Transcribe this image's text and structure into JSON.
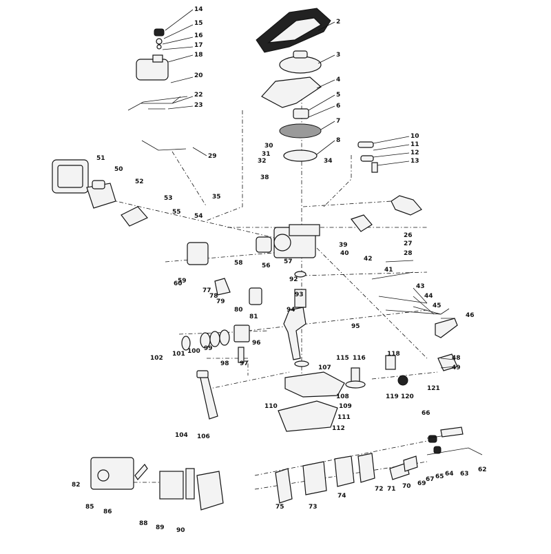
{
  "diagram": {
    "labels": [
      "14",
      "15",
      "16",
      "17",
      "18",
      "20",
      "22",
      "23",
      "29",
      "2",
      "3",
      "4",
      "5",
      "6",
      "7",
      "8",
      "10",
      "11",
      "12",
      "13",
      "30",
      "31",
      "32",
      "34",
      "38",
      "51",
      "50",
      "52",
      "53",
      "55",
      "54",
      "35",
      "39",
      "40",
      "42",
      "41",
      "43",
      "44",
      "45",
      "46",
      "26",
      "27",
      "28",
      "56",
      "57",
      "58",
      "59",
      "60",
      "77",
      "78",
      "79",
      "80",
      "81",
      "92",
      "93",
      "94",
      "95",
      "102",
      "101",
      "100",
      "99",
      "96",
      "98",
      "97",
      "107",
      "115",
      "116",
      "118",
      "119",
      "120",
      "121",
      "48",
      "49",
      "108",
      "109",
      "110",
      "111",
      "112",
      "104",
      "106",
      "82",
      "85",
      "86",
      "88",
      "89",
      "90",
      "75",
      "73",
      "74",
      "72",
      "71",
      "70",
      "69",
      "67",
      "65",
      "64",
      "66",
      "63",
      "62"
    ]
  }
}
